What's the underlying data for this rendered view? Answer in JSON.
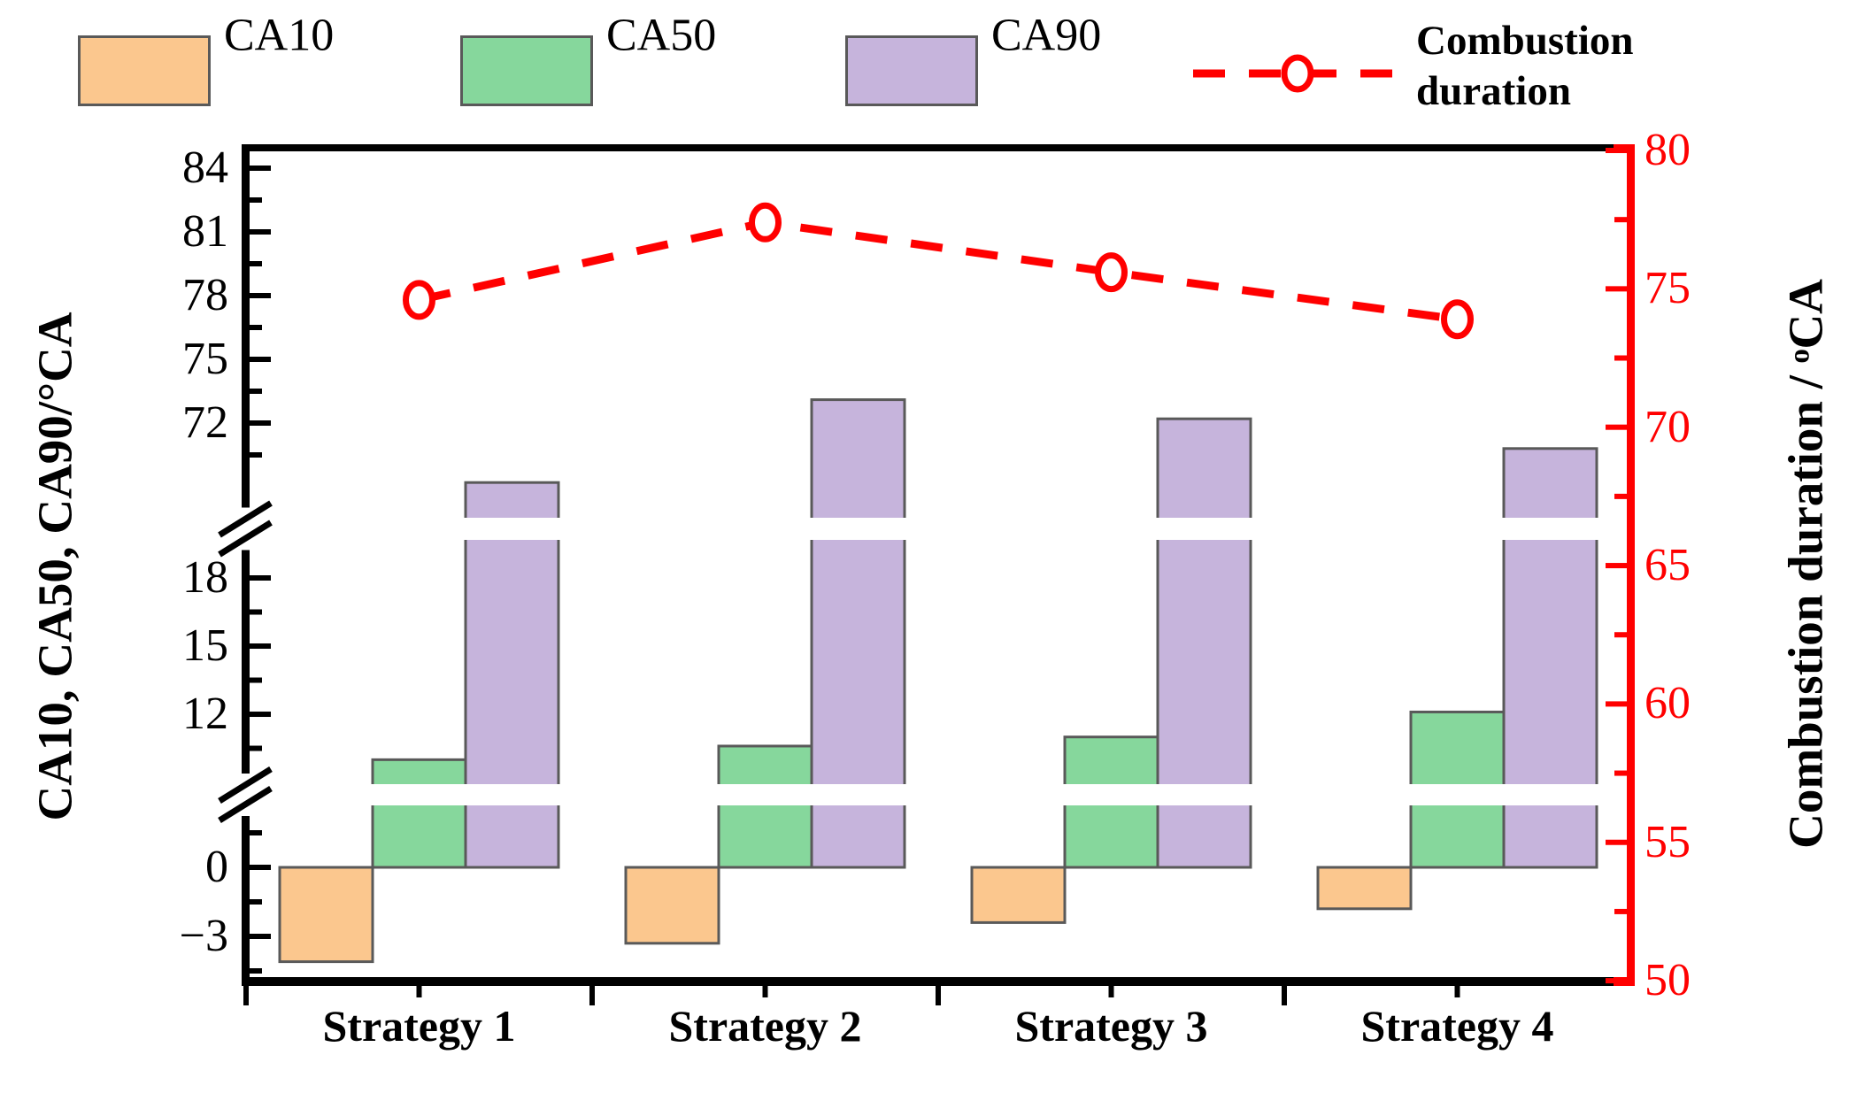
{
  "chart_data": {
    "type": "bar",
    "categories": [
      "Strategy 1",
      "Strategy 2",
      "Strategy 3",
      "Strategy 4"
    ],
    "series": [
      {
        "name": "CA10",
        "color": "#FBC78E",
        "values": [
          -4.1,
          -3.3,
          -2.4,
          -1.8
        ]
      },
      {
        "name": "CA50",
        "color": "#86D79C",
        "values": [
          10.0,
          10.6,
          11.0,
          12.1
        ]
      },
      {
        "name": "CA90",
        "color": "#C6B4DC",
        "values": [
          69.2,
          73.1,
          72.2,
          70.8
        ]
      }
    ],
    "line_series": {
      "name": "Combustion duration",
      "color": "#FF0000",
      "style": "dashed",
      "marker": "open-circle",
      "values": [
        74.6,
        77.4,
        75.6,
        73.9
      ]
    },
    "left_axis": {
      "label": "CA10, CA50, CA90/°CA",
      "broken": true,
      "segment_ranges": [
        [
          72,
          84
        ],
        [
          12,
          18
        ],
        [
          -3,
          0
        ]
      ],
      "ticks": [
        {
          "label": "84",
          "value": 84
        },
        {
          "label": "81",
          "value": 81
        },
        {
          "label": "78",
          "value": 78
        },
        {
          "label": "75",
          "value": 75
        },
        {
          "label": "72",
          "value": 72
        },
        {
          "label": "18",
          "value": 18
        },
        {
          "label": "15",
          "value": 15
        },
        {
          "label": "12",
          "value": 12
        },
        {
          "label": "0",
          "value": 0
        },
        {
          "label": "−3",
          "value": -3
        }
      ]
    },
    "right_axis": {
      "label": "Combustion duration / ᵒCA",
      "color": "#FF0000",
      "range": [
        50,
        80
      ],
      "ticks": [
        {
          "label": "80",
          "value": 80
        },
        {
          "label": "75",
          "value": 75
        },
        {
          "label": "70",
          "value": 70
        },
        {
          "label": "65",
          "value": 65
        },
        {
          "label": "60",
          "value": 60
        },
        {
          "label": "55",
          "value": 55
        },
        {
          "label": "50",
          "value": 50
        }
      ]
    },
    "legend": {
      "entries": [
        "CA10",
        "CA50",
        "CA90"
      ],
      "line_entry_line1": "Combustion",
      "line_entry_line2": "duration"
    },
    "grid": false,
    "legend_position": "top"
  }
}
